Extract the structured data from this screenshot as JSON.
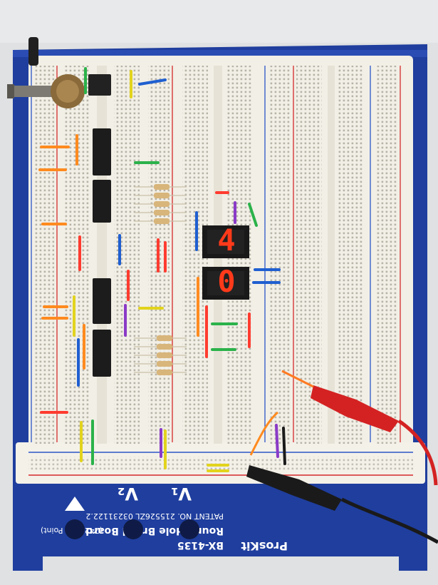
{
  "board": {
    "brand": "ProsKit",
    "model": "BX-4135",
    "name": "Round Hole Bread Board",
    "tie_points": "(2420 Tie Point)",
    "patent_line_1": "PATENT NO. 215526",
    "patent_line_2": "ZL 03231122.2",
    "terminal_labels": [
      "V₂",
      "V₁"
    ]
  },
  "display": {
    "digit_top": "4",
    "digit_bottom": "0"
  },
  "colors": {
    "frame": "#1f3e9e",
    "breadboard": "#f2efe6",
    "led_segment": "#ff3a1a",
    "clip_red": "#d42222",
    "clip_black": "#1a1a1a"
  }
}
